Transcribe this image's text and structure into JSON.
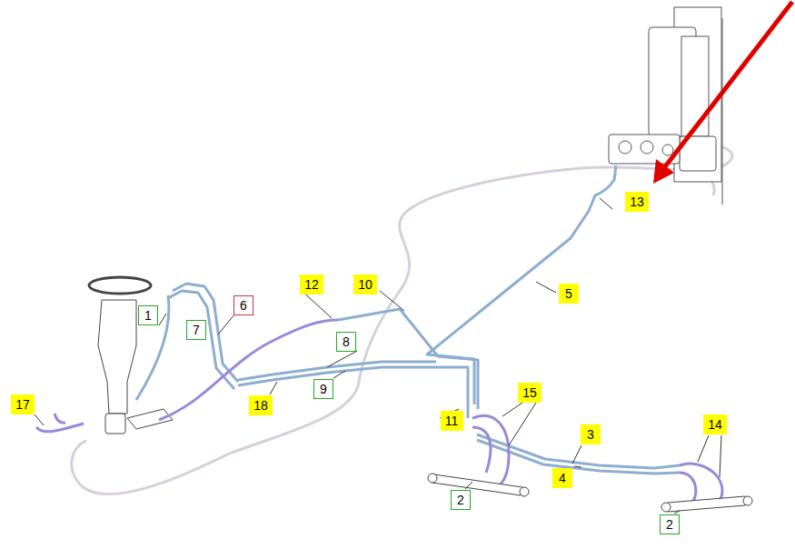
{
  "diagram": {
    "nodes": [
      {
        "text": [
          "13"
        ]
      },
      {
        "text": [
          "12"
        ]
      },
      {
        "text": [
          "10"
        ]
      },
      {
        "text": [
          "5"
        ]
      },
      {
        "text": [
          "1"
        ]
      },
      {
        "text": [
          "6"
        ]
      },
      {
        "text": [
          "7"
        ]
      },
      {
        "text": [
          "8"
        ]
      },
      {
        "text": [
          "9"
        ]
      },
      {
        "text": [
          "17"
        ]
      },
      {
        "text": [
          "18"
        ]
      },
      {
        "text": [
          "15"
        ]
      },
      {
        "text": [
          "11"
        ]
      },
      {
        "text": [
          "3"
        ]
      },
      {
        "text": [
          "14"
        ]
      },
      {
        "text": [
          "4"
        ]
      },
      {
        "text": [
          "2"
        ]
      },
      {
        "text": [
          "2"
        ]
      }
    ]
  }
}
